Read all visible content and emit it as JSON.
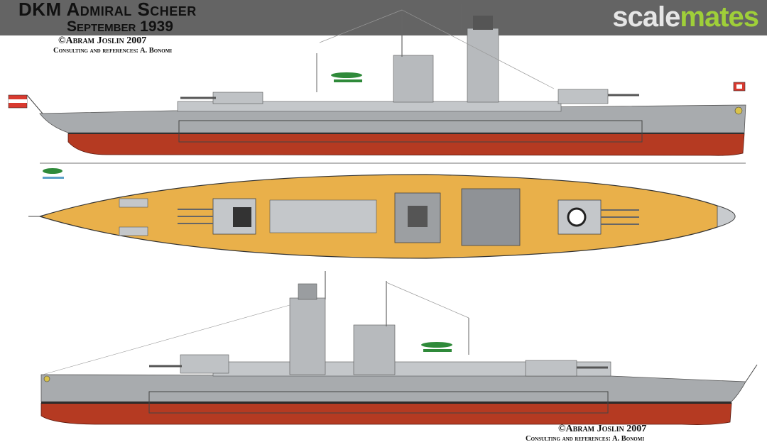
{
  "header": {
    "title": "DKM Admiral Scheer",
    "subtitle": "September 1939",
    "logo_part1": "scale",
    "logo_part2": "mates"
  },
  "credits_top": {
    "author": "©Abram Joslin 2007",
    "consulting": "Consulting and references: A. Bonomi"
  },
  "credits_bottom": {
    "author": "©Abram Joslin 2007",
    "consulting": "Consulting and references: A. Bonomi"
  },
  "colors": {
    "header_bar": "#646464",
    "hull_grey": "#a8abae",
    "superstructure": "#c4c7ca",
    "deck_wood": "#e9b04a",
    "hull_red": "#b53a22",
    "waterline": "#2a2a2a",
    "logo_green": "#9fcf39"
  },
  "icons": [
    "ensign-flag-icon",
    "aircraft-icon",
    "turret-icon",
    "funnel-icon"
  ]
}
